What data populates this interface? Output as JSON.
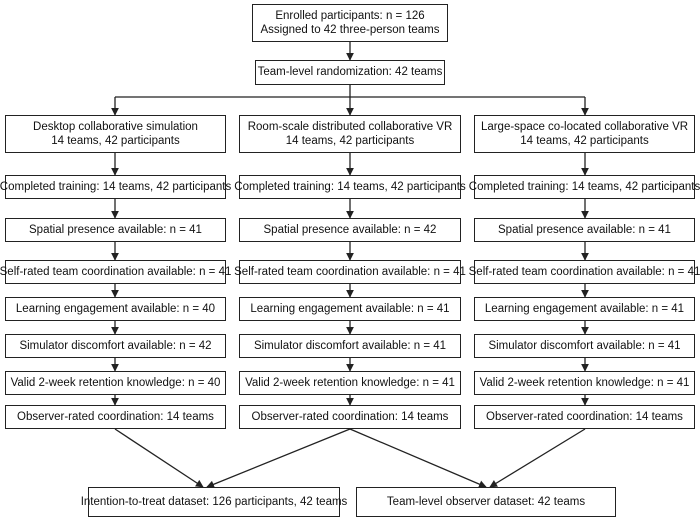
{
  "top": {
    "enrolled_line1": "Enrolled participants: n = 126",
    "enrolled_line2": "Assigned to 42 three-person teams",
    "randomization": "Team-level randomization: 42 teams"
  },
  "arms": [
    {
      "title": "Desktop collaborative simulation",
      "subtitle": "14 teams, 42 participants",
      "steps": [
        "Completed training: 14 teams, 42 participants",
        "Spatial presence available: n = 41",
        "Self-rated team coordination available: n = 41",
        "Learning engagement available: n = 40",
        "Simulator discomfort available: n = 42",
        "Valid 2-week retention knowledge: n = 40",
        "Observer-rated coordination: 14 teams"
      ]
    },
    {
      "title": "Room-scale distributed collaborative VR",
      "subtitle": "14 teams, 42 participants",
      "steps": [
        "Completed training: 14 teams, 42 participants",
        "Spatial presence available: n = 42",
        "Self-rated team coordination available: n = 41",
        "Learning engagement available: n = 41",
        "Simulator discomfort available: n = 41",
        "Valid 2-week retention knowledge: n = 41",
        "Observer-rated coordination: 14 teams"
      ]
    },
    {
      "title": "Large-space co-located collaborative VR",
      "subtitle": "14 teams, 42 participants",
      "steps": [
        "Completed training: 14 teams, 42 participants",
        "Spatial presence available: n = 41",
        "Self-rated team coordination available: n = 41",
        "Learning engagement available: n = 41",
        "Simulator discomfort available: n = 41",
        "Valid 2-week retention knowledge: n = 41",
        "Observer-rated coordination: 14 teams"
      ]
    }
  ],
  "outputs": {
    "itt": "Intention-to-treat dataset: 126 participants, 42 teams",
    "observer": "Team-level observer dataset: 42 teams"
  }
}
